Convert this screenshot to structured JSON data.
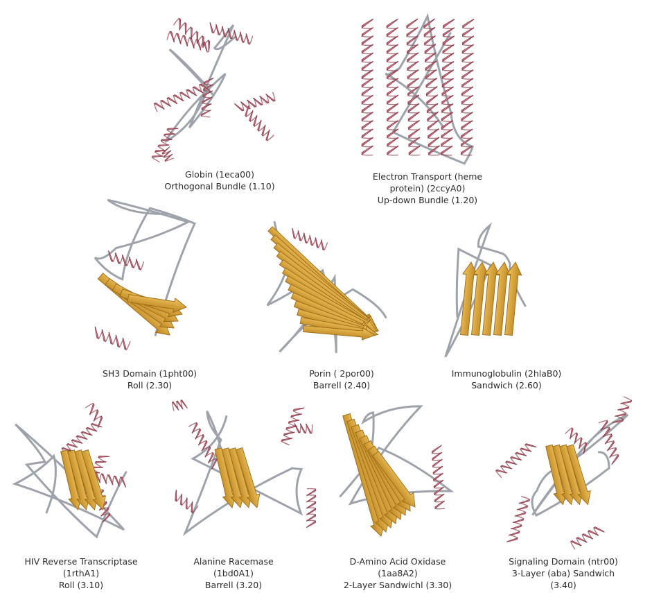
{
  "colors": {
    "helix": "#c8697a",
    "helix_dark": "#8f3d4c",
    "strand": "#e0a93a",
    "strand_dark": "#9a6a16",
    "coil": "#9ea3ab"
  },
  "structures": [
    {
      "id": "globin",
      "icon": "protein-structure-icon",
      "kind": "helical",
      "lines": [
        "Globin (1eca00)",
        "Orthogonal Bundle (1.10)"
      ]
    },
    {
      "id": "electron-transport",
      "icon": "protein-structure-icon",
      "kind": "helical-bundle",
      "lines": [
        "Electron Transport (heme",
        "protein) (2ccyA0)",
        "Up-down  Bundle (1.20)"
      ]
    },
    {
      "id": "sh3",
      "icon": "protein-structure-icon",
      "kind": "roll",
      "lines": [
        "SH3 Domain (1pht00)",
        "Roll (2.30)"
      ]
    },
    {
      "id": "porin",
      "icon": "protein-structure-icon",
      "kind": "barrel",
      "lines": [
        "Porin ( 2por00)",
        "Barrell  (2.40)"
      ]
    },
    {
      "id": "immunoglobulin",
      "icon": "protein-structure-icon",
      "kind": "sandwich",
      "lines": [
        "Immunoglobulin (2hlaB0)",
        "Sandwich  (2.60)"
      ]
    },
    {
      "id": "hiv-rt",
      "icon": "protein-structure-icon",
      "kind": "mixed",
      "lines": [
        "HIV Reverse Transcriptase",
        "(1rthA1)",
        "Roll (3.10)"
      ]
    },
    {
      "id": "alanine-racemase",
      "icon": "protein-structure-icon",
      "kind": "mixed",
      "lines": [
        "Alanine Racemase",
        "(1bd0A1)",
        "Barrell (3.20)"
      ]
    },
    {
      "id": "d-amino",
      "icon": "protein-structure-icon",
      "kind": "sheet",
      "lines": [
        "D-Amino Acid Oxidase",
        "(1aa8A2)",
        "2-Layer Sandwichl (3.30)"
      ]
    },
    {
      "id": "signaling",
      "icon": "protein-structure-icon",
      "kind": "mixed",
      "lines": [
        "Signaling Domain (ntr00)",
        "3-Layer (aba) Sandwich",
        "(3.40)"
      ]
    }
  ]
}
